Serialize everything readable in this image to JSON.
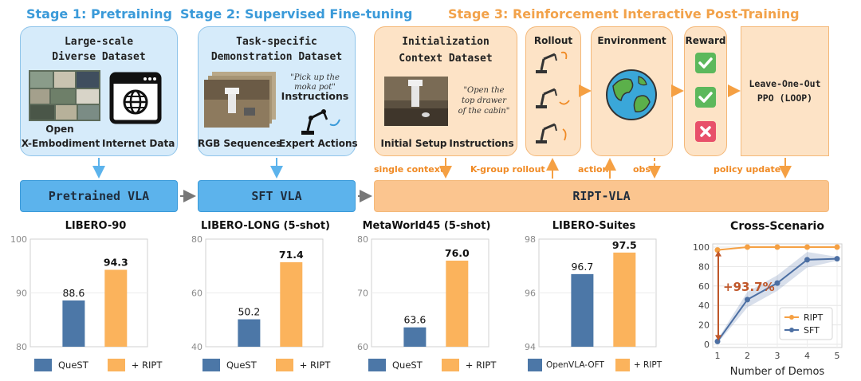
{
  "stages": {
    "stage1": "Stage 1: Pretraining",
    "stage2": "Stage 2: Supervised Fine-tuning",
    "stage3": "Stage 3: Reinforcement Interactive Post-Training"
  },
  "stage1_panel": {
    "title_line1": "Large-scale",
    "title_line2": "Diverse Dataset",
    "cap_left_line1": "Open",
    "cap_left_line2": "X-Embodiment",
    "cap_right": "Internet Data"
  },
  "stage2_panel": {
    "title_line1": "Task-specific",
    "title_line2": "Demonstration Dataset",
    "quote_line1": "\"Pick up the",
    "quote_line2": "moka pot\"",
    "instructions": "Instructions",
    "cap_left": "RGB Sequences",
    "cap_right": "Expert Actions"
  },
  "stage3_panel": {
    "init_line1": "Initialization",
    "init_line2": "Context Dataset",
    "quote_line1": "\"Open the",
    "quote_line2": "top drawer",
    "quote_line3": "of the cabin\"",
    "cap_left": "Initial Setup",
    "cap_right": "Instructions",
    "rollout": "Rollout",
    "environment": "Environment",
    "reward": "Reward",
    "loop_line1": "Leave-One-Out",
    "loop_line2": "PPO (LOOP)"
  },
  "flow_labels": {
    "single_context": "single context",
    "k_group": "K-group rollout",
    "action": "action",
    "obs": "obs",
    "policy_update": "policy update"
  },
  "vla": {
    "pretrained": "Pretrained VLA",
    "sft": "SFT VLA",
    "ript": "RIPT-VLA"
  },
  "colors": {
    "blue_bar": "#4c77a7",
    "orange_bar": "#fbb35c",
    "ript_line": "#f5a043",
    "sft_line": "#4c6fa3"
  },
  "chart_data": [
    {
      "type": "bar",
      "title": "LIBERO-90",
      "categories": [
        "QueST",
        "+ RIPT"
      ],
      "values": [
        88.6,
        94.3
      ],
      "ylim": [
        80,
        100
      ],
      "yticks": [
        80,
        90,
        100
      ],
      "series_labels": [
        "QueST",
        "+ RIPT"
      ]
    },
    {
      "type": "bar",
      "title": "LIBERO-LONG (5-shot)",
      "categories": [
        "QueST",
        "+ RIPT"
      ],
      "values": [
        50.2,
        71.4
      ],
      "ylim": [
        40,
        80
      ],
      "yticks": [
        40,
        60,
        80
      ],
      "series_labels": [
        "QueST",
        "+ RIPT"
      ]
    },
    {
      "type": "bar",
      "title": "MetaWorld45 (5-shot)",
      "categories": [
        "QueST",
        "+ RIPT"
      ],
      "values": [
        63.6,
        76.0
      ],
      "ylim": [
        60,
        80
      ],
      "yticks": [
        60,
        70,
        80
      ],
      "series_labels": [
        "QueST",
        "+ RIPT"
      ]
    },
    {
      "type": "bar",
      "title": "LIBERO-Suites",
      "categories": [
        "OpenVLA-OFT",
        "+ RIPT"
      ],
      "values": [
        96.7,
        97.5
      ],
      "ylim": [
        94,
        98
      ],
      "yticks": [
        94,
        96,
        98
      ],
      "series_labels": [
        "OpenVLA-OFT",
        "+ RIPT"
      ]
    },
    {
      "type": "line",
      "title": "Cross-Scenario",
      "xlabel": "Number of Demos",
      "x": [
        1,
        2,
        3,
        4,
        5
      ],
      "ylim": [
        0,
        100
      ],
      "yticks": [
        0,
        20,
        40,
        60,
        80,
        100
      ],
      "series": [
        {
          "name": "RIPT",
          "values": [
            97,
            100,
            100,
            100,
            100
          ]
        },
        {
          "name": "SFT",
          "values": [
            3,
            46,
            63,
            87,
            88
          ]
        }
      ],
      "annotation": "+93.7%",
      "legend": "lower-right"
    }
  ]
}
